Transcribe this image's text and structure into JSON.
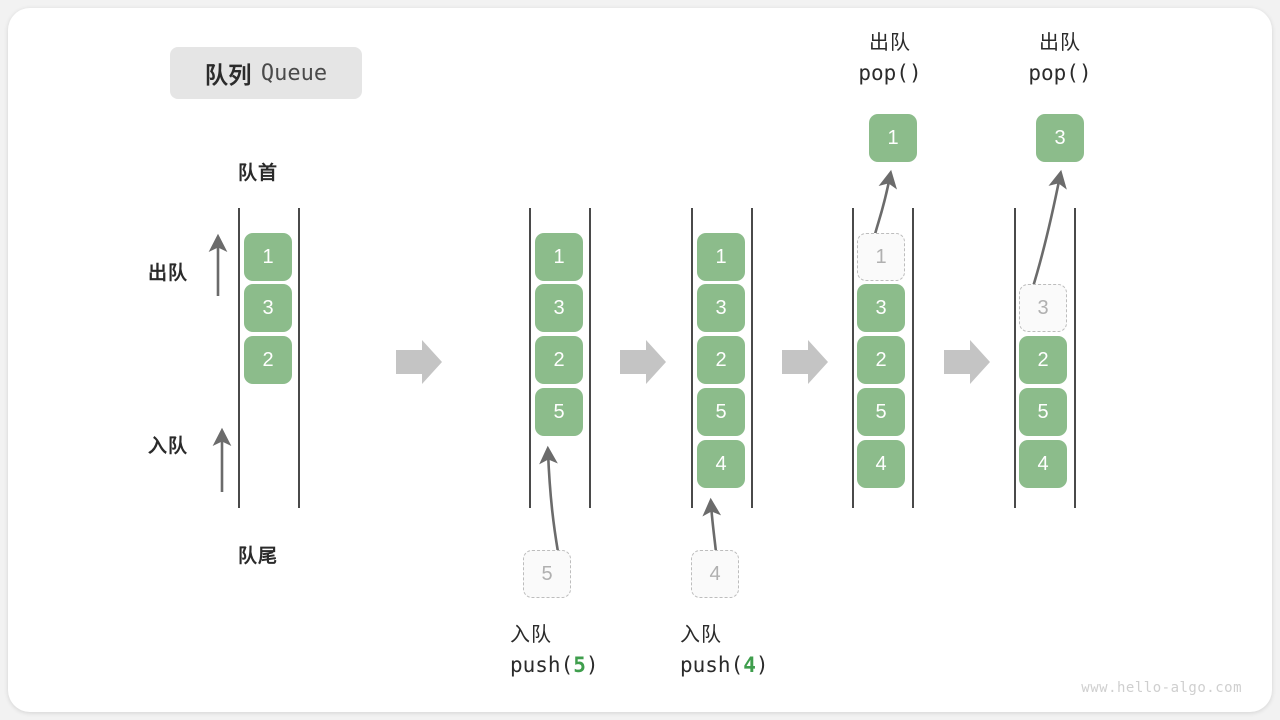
{
  "title": {
    "cn": "队列",
    "en": "Queue"
  },
  "labels": {
    "front": "队首",
    "rear": "队尾",
    "dequeue": "出队",
    "enqueue": "入队"
  },
  "watermark": "www.hello-algo.com",
  "colors": {
    "element": "#8cbc8b",
    "element_text": "#ffffff",
    "ghost_border": "#bdbdbd",
    "ghost_text": "#b0b0b0",
    "rail": "#4a4a4a",
    "arrow": "#6b6b6b",
    "transition_arrow": "#c4c4c4",
    "badge_bg": "#e5e5e5",
    "accent_number": "#3f9e4d",
    "text": "#2b2b2b",
    "watermark": "#cfcfcf"
  },
  "stages": [
    {
      "id": "stage-1",
      "name": "initial-queue",
      "cells": [
        {
          "value": "1",
          "state": "filled"
        },
        {
          "value": "3",
          "state": "filled"
        },
        {
          "value": "2",
          "state": "filled"
        }
      ],
      "side_labels": {
        "top": "队首",
        "bottom": "队尾",
        "dequeue": "出队",
        "enqueue": "入队"
      }
    },
    {
      "id": "stage-2",
      "name": "after-push-5",
      "cells": [
        {
          "value": "1",
          "state": "filled"
        },
        {
          "value": "3",
          "state": "filled"
        },
        {
          "value": "2",
          "state": "filled"
        },
        {
          "value": "5",
          "state": "filled"
        }
      ],
      "operation": {
        "cn": "入队",
        "code_prefix": "push(",
        "code_arg": "5",
        "code_suffix": ")",
        "ghost_value": "5"
      }
    },
    {
      "id": "stage-3",
      "name": "after-push-4",
      "cells": [
        {
          "value": "1",
          "state": "filled"
        },
        {
          "value": "3",
          "state": "filled"
        },
        {
          "value": "2",
          "state": "filled"
        },
        {
          "value": "5",
          "state": "filled"
        },
        {
          "value": "4",
          "state": "filled"
        }
      ],
      "operation": {
        "cn": "入队",
        "code_prefix": "push(",
        "code_arg": "4",
        "code_suffix": ")",
        "ghost_value": "4"
      }
    },
    {
      "id": "stage-4",
      "name": "after-pop-1",
      "cells": [
        {
          "value": "1",
          "state": "ghost"
        },
        {
          "value": "3",
          "state": "filled"
        },
        {
          "value": "2",
          "state": "filled"
        },
        {
          "value": "5",
          "state": "filled"
        },
        {
          "value": "4",
          "state": "filled"
        }
      ],
      "operation": {
        "cn": "出队",
        "code_prefix": "pop(",
        "code_arg": "",
        "code_suffix": ")",
        "popped_value": "1"
      }
    },
    {
      "id": "stage-5",
      "name": "after-pop-3",
      "cells": [
        {
          "value": "",
          "state": "empty"
        },
        {
          "value": "3",
          "state": "ghost"
        },
        {
          "value": "2",
          "state": "filled"
        },
        {
          "value": "5",
          "state": "filled"
        },
        {
          "value": "4",
          "state": "filled"
        }
      ],
      "operation": {
        "cn": "出队",
        "code_prefix": "pop(",
        "code_arg": "",
        "code_suffix": ")",
        "popped_value": "3"
      }
    }
  ],
  "transitions": [
    {
      "name": "transition-arrow-1"
    },
    {
      "name": "transition-arrow-2"
    },
    {
      "name": "transition-arrow-3"
    },
    {
      "name": "transition-arrow-4"
    }
  ]
}
